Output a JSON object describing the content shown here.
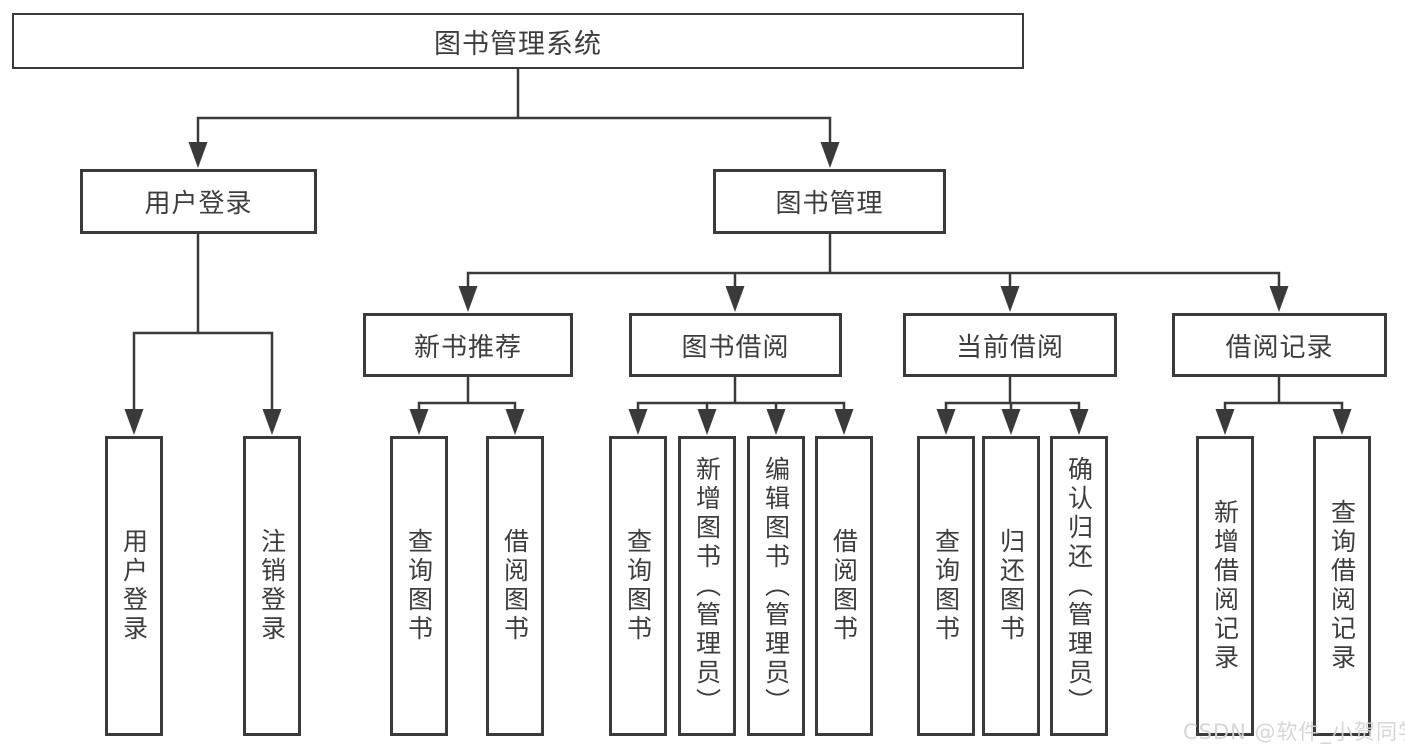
{
  "colors": {
    "line": "#3a3a3a",
    "box_border": "#3a3a3a",
    "text": "#3d3d3d",
    "background": "#ffffff",
    "watermark_text_color": "#d4d4d4"
  },
  "tree": {
    "root": {
      "label": "图书管理系统"
    },
    "branches": [
      {
        "label": "用户登录",
        "children": [
          {
            "label": "用户登录"
          },
          {
            "label": "注销登录"
          }
        ]
      },
      {
        "label": "图书管理",
        "children": [
          {
            "label": "新书推荐",
            "children": [
              {
                "label": "查询图书"
              },
              {
                "label": "借阅图书"
              }
            ]
          },
          {
            "label": "图书借阅",
            "children": [
              {
                "label": "查询图书"
              },
              {
                "label": "新增图书（管理员）"
              },
              {
                "label": "编辑图书（管理员）"
              },
              {
                "label": "借阅图书"
              }
            ]
          },
          {
            "label": "当前借阅",
            "children": [
              {
                "label": "查询图书"
              },
              {
                "label": "归还图书"
              },
              {
                "label": "确认归还（管理员）"
              }
            ]
          },
          {
            "label": "借阅记录",
            "children": [
              {
                "label": "新增借阅记录"
              },
              {
                "label": "查询借阅记录"
              }
            ]
          }
        ]
      }
    ]
  },
  "watermark": {
    "text": "CSDN @软件_小贺同学"
  }
}
